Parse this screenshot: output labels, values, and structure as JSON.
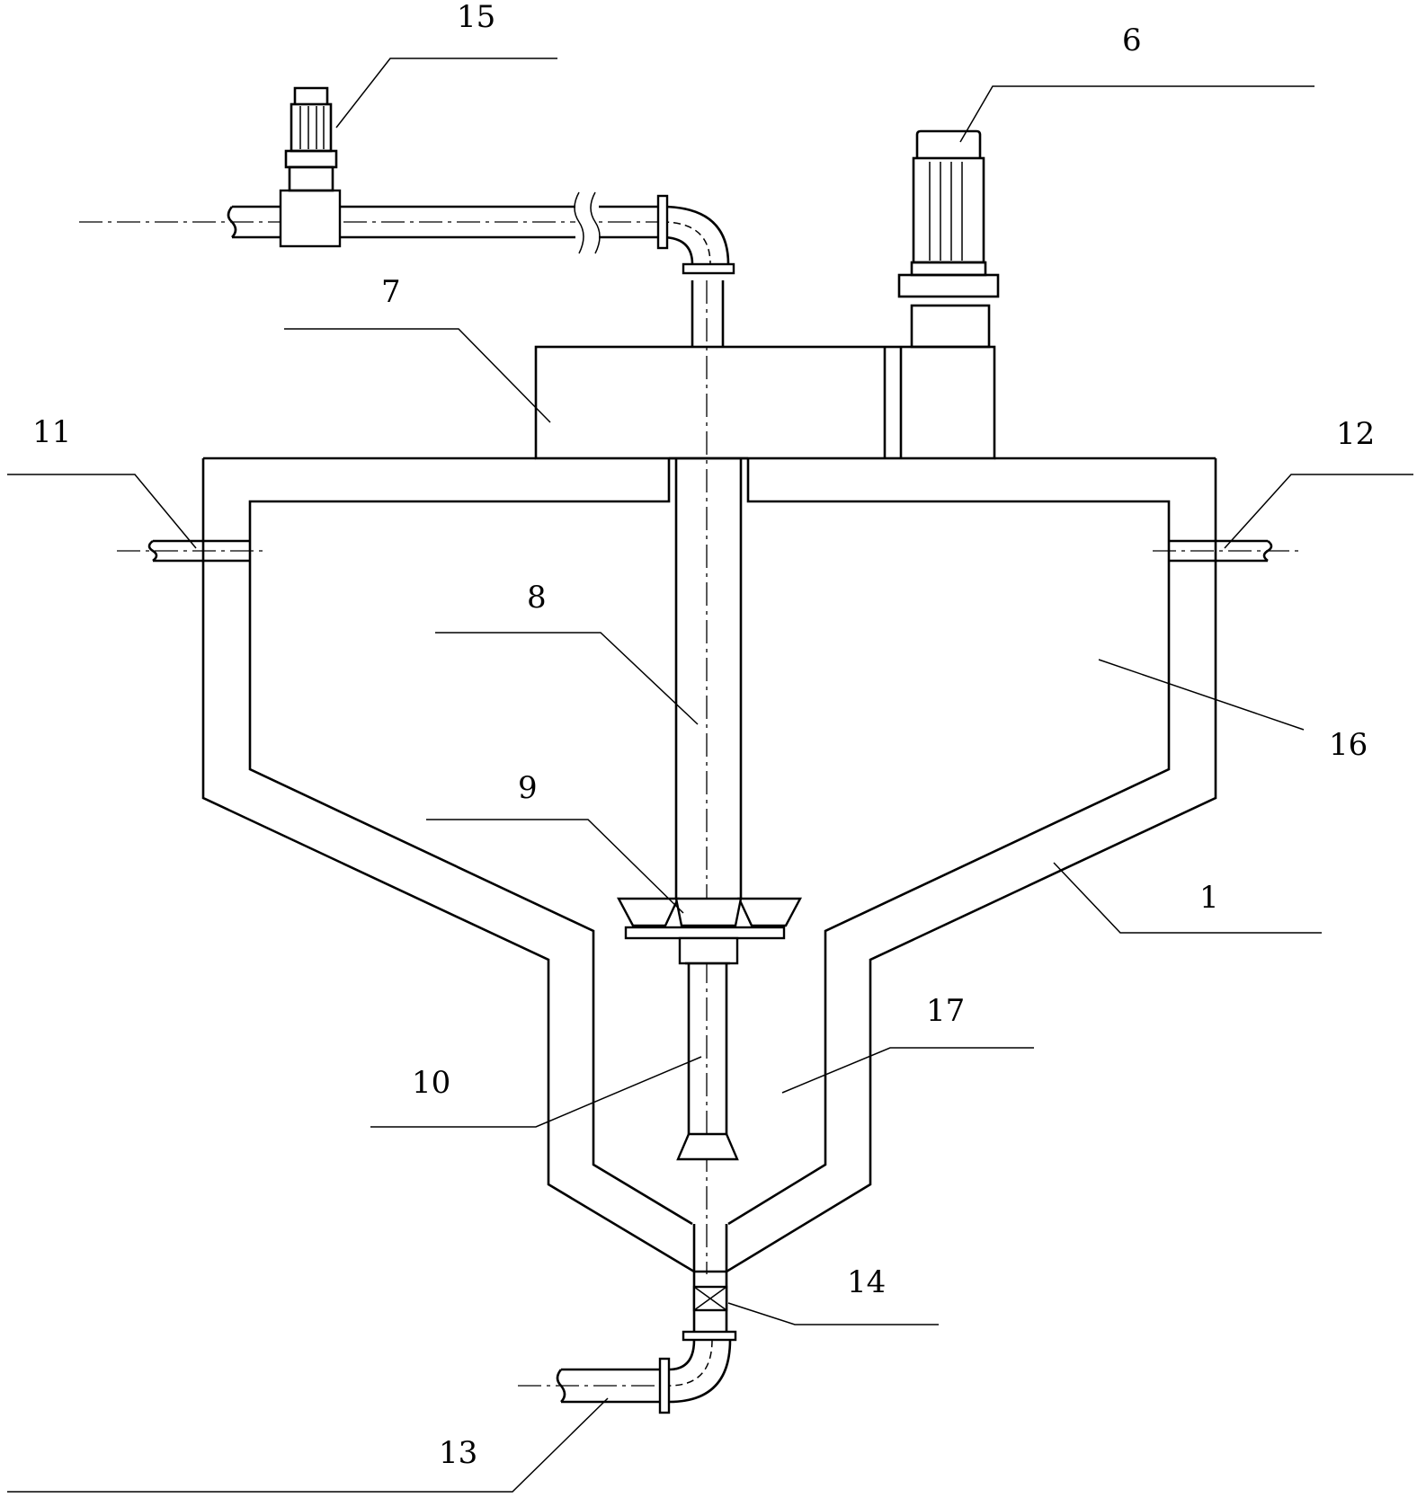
{
  "labels": {
    "l1": "1",
    "l6": "6",
    "l7": "7",
    "l8": "8",
    "l9": "9",
    "l10": "10",
    "l11": "11",
    "l12": "12",
    "l13": "13",
    "l14": "14",
    "l15": "15",
    "l16": "16",
    "l17": "17"
  }
}
